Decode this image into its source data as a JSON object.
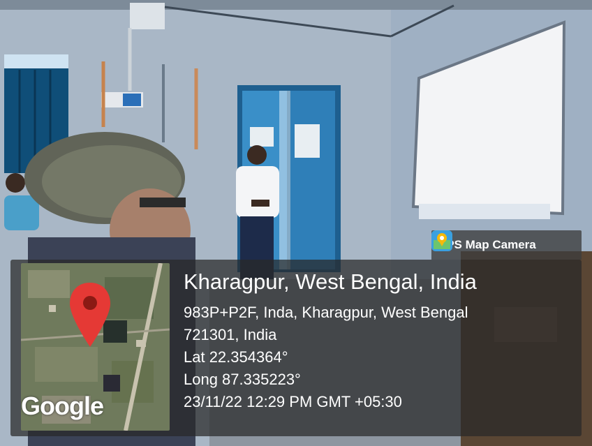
{
  "badge": {
    "label": "GPS Map Camera",
    "icon": "map-pin-app-icon"
  },
  "location": {
    "title": "Kharagpur, West Bengal, India",
    "address_line1": "983P+P2F, Inda, Kharagpur, West Bengal",
    "address_line2": "721301, India",
    "lat": "Lat 22.354364°",
    "long": "Long 87.335223°",
    "datetime": "23/11/22 12:29 PM GMT +05:30"
  },
  "map": {
    "provider_label": "Google",
    "marker_color": "#e53935"
  }
}
